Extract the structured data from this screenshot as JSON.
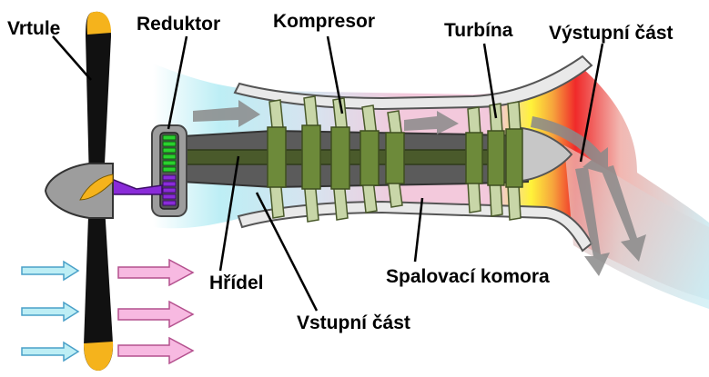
{
  "labels": {
    "propeller": "Vrtule",
    "gearbox": "Reduktor",
    "compressor": "Kompresor",
    "turbine": "Turbína",
    "exhaust": "Výstupní část",
    "shaft": "Hřídel",
    "combustor": "Spalovací komora",
    "inlet": "Vstupní část"
  },
  "colors": {
    "inlet_air": "#bdeef5",
    "compression_air": "#f3c9dc",
    "combustion_hot": "#fff23a",
    "combustion_mid": "#f6a33c",
    "combustion_peak": "#f02a2a",
    "exhaust_gas": "#f2b7b1",
    "propeller_blade": "#111111",
    "propeller_tip": "#f5b31c",
    "spinner": "#9d9d9d",
    "shaft": "#4a5a2b",
    "gear_green": "#2ad12e",
    "gear_purple": "#8a2bd9",
    "casing": "#e9e9e9",
    "airflow_arrow": "#8fd4ea",
    "thrust_arrow": "#f7b9e1",
    "flow_arrow": "#8a8a8a"
  }
}
